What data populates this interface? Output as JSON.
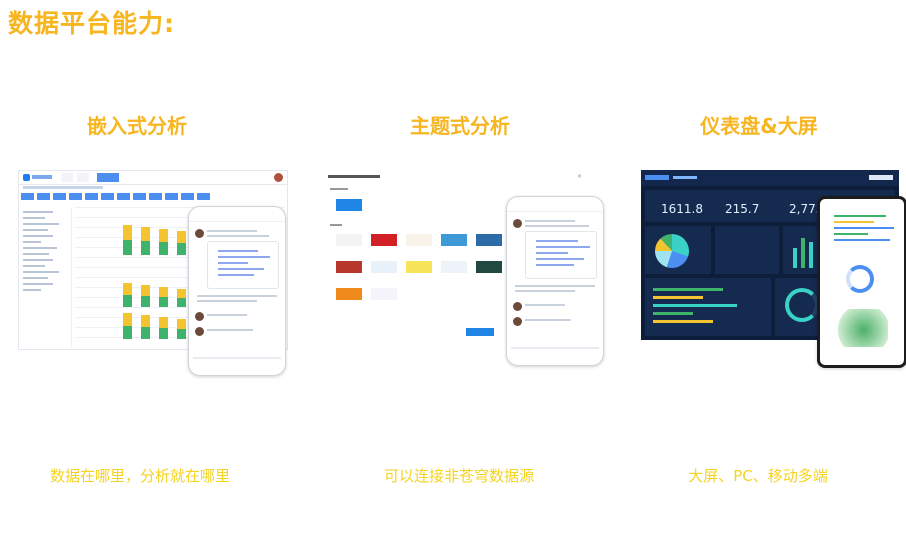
{
  "page": {
    "title": "数据平台能力:"
  },
  "columns": [
    {
      "title": "嵌入式分析",
      "caption": "数据在哪里，分析就在哪里"
    },
    {
      "title": "主题式分析",
      "caption": "可以连接非苍穹数据源"
    },
    {
      "title": "仪表盘&大屏",
      "caption": "大屏、PC、移动多端"
    }
  ],
  "dashboard": {
    "kpis": [
      "1611.8",
      "215.7",
      "2,773"
    ]
  },
  "colors": {
    "accent_title": "#f7b51f",
    "caption": "#f5d320",
    "bar_green": "#3fb36c",
    "bar_yellow": "#f4c430",
    "dash_bg": "#0d1e3a"
  }
}
